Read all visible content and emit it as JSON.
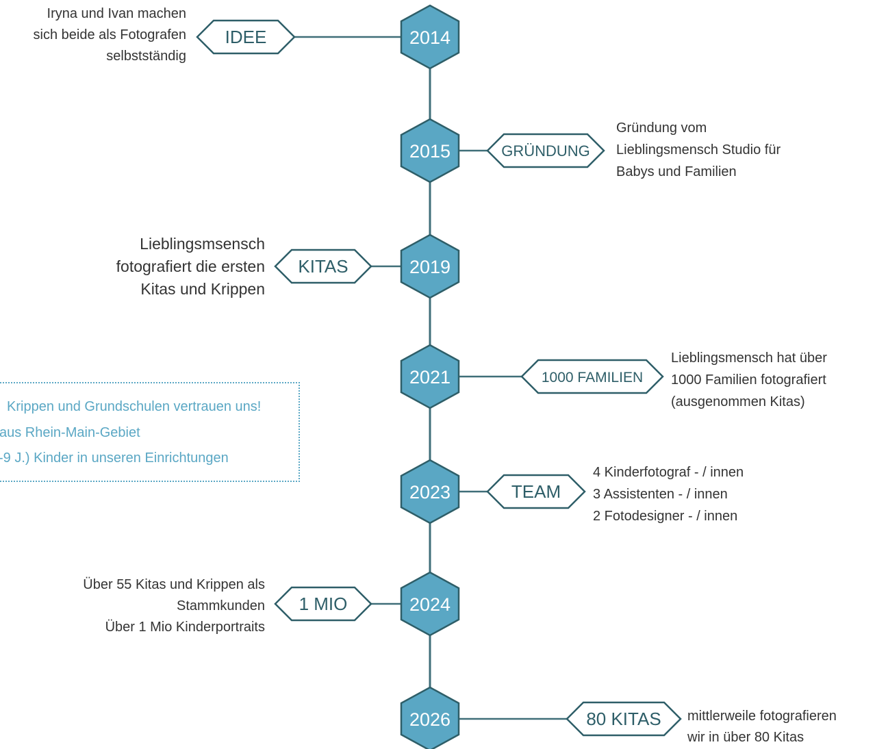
{
  "colors": {
    "hex_fill": "#5aa7c4",
    "hex_stroke": "#2e5e68",
    "line": "#3f6e78",
    "text": "#333333",
    "info_text": "#5aa7c4"
  },
  "milestones": [
    {
      "year": "2014",
      "tag": "IDEE",
      "side": "left",
      "text": [
        "Iryna und Ivan machen",
        "sich beide als Fotografen",
        "selbstständig"
      ]
    },
    {
      "year": "2015",
      "tag": "GRÜNDUNG",
      "side": "right",
      "text": [
        "Gründung vom",
        "Lieblingsmensch Studio für",
        "Babys und Familien"
      ]
    },
    {
      "year": "2019",
      "tag": "KITAS",
      "side": "left",
      "text": [
        "Lieblingsmsensch",
        "fotografiert die ersten",
        "Kitas und Krippen"
      ]
    },
    {
      "year": "2021",
      "tag": "1000 FAMILIEN",
      "side": "right",
      "text": [
        "Lieblingsmensch hat über",
        "1000 Familien fotografiert",
        "(ausgenommen Kitas)"
      ]
    },
    {
      "year": "2023",
      "tag": "TEAM",
      "side": "right",
      "text": [
        "4 Kinderfotograf - / innen",
        "3 Assistenten - / innen",
        "2 Fotodesigner - / innen"
      ]
    },
    {
      "year": "2024",
      "tag": "1 MIO",
      "side": "left",
      "text": [
        "Über 55 Kitas und Krippen als",
        "Stammkunden",
        "Über 1 Mio Kinderportraits"
      ]
    },
    {
      "year": "2026",
      "tag": "80 KITAS",
      "side": "right",
      "text": [
        "mittlerweile fotografieren",
        "wir in über 80 Kitas"
      ]
    }
  ],
  "info_box": {
    "lines": [
      "Krippen und Grundschulen vertrauen uns!",
      "aus Rhein-Main-Gebiet",
      "-9 J.) Kinder in unseren Einrichtungen"
    ]
  }
}
